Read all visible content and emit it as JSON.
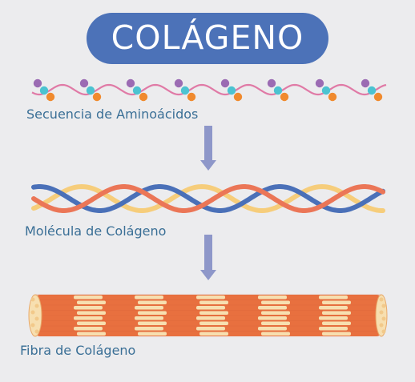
{
  "title": "COLÁGENO",
  "stages": {
    "amino": {
      "label": "Secuencia de Aminoácidos"
    },
    "molecule": {
      "label": "Molécula de Colágeno"
    },
    "fiber": {
      "label": "Fibra de Colágeno"
    }
  },
  "colors": {
    "title_bg": "#4c72b8",
    "label_text": "#3a6f96",
    "arrow": "#8e97c9",
    "strand_pink": "#e07aa6",
    "bead_purple": "#9b6bb3",
    "bead_cyan": "#4cc3d1",
    "bead_orange": "#f08a2e",
    "helix_blue": "#4a70b8",
    "helix_red": "#eb7657",
    "helix_yellow": "#f6cd7b",
    "fiber_orange": "#e8703f",
    "fiber_cream": "#f7dfb0"
  }
}
